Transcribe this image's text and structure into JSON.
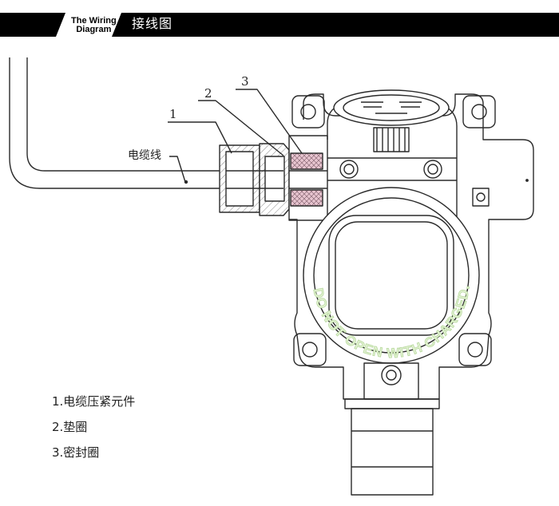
{
  "header": {
    "english_title_line1": "The Wiring",
    "english_title_line2": "Diagram",
    "chinese_title": "接线图"
  },
  "diagram": {
    "cable_label": "电缆线",
    "callouts": [
      "1",
      "2",
      "3"
    ],
    "warning_text": "DO NOT OPEN WITH CHARGED."
  },
  "legend": {
    "item1": "1.电缆压紧元件",
    "item2": "2.垫圈",
    "item3": "3.密封圈"
  },
  "colors": {
    "banner": "#000000",
    "line": "#2a2a2a",
    "warning_text": "#cfe8b8",
    "gasket": "#e7c4cf"
  }
}
